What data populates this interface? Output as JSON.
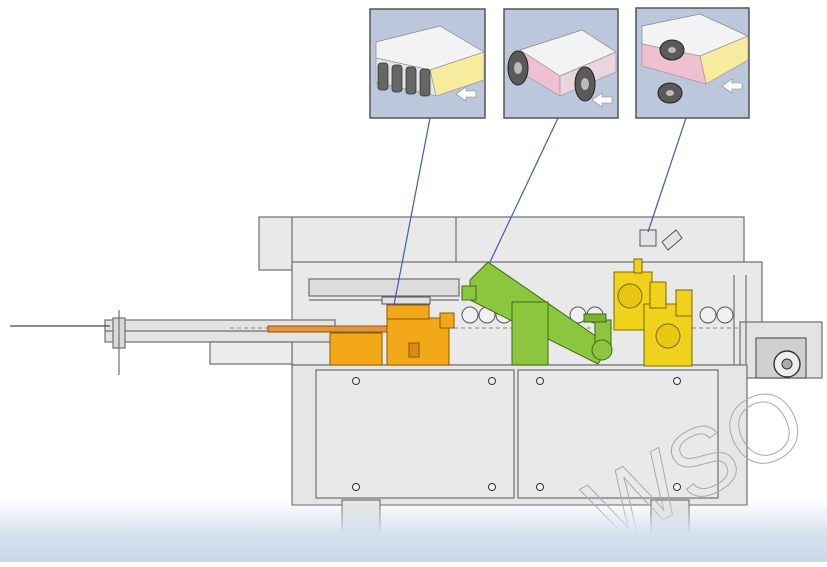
{
  "diagram": {
    "subject": "edge-banding-machine",
    "detail_panels": [
      {
        "name": "gluing-unit-detail"
      },
      {
        "name": "trimming-unit-detail"
      },
      {
        "name": "scraping-unit-detail"
      }
    ],
    "colors": {
      "background": "#ffffff",
      "machine_body": "#e9e9e9",
      "machine_outline": "#6f6f6f",
      "glue_unit": "#f2a818",
      "trim_unit": "#8cc63e",
      "scrape_unit": "#f0d21c",
      "panel_bg": "#bcc7dc",
      "board_top": "#f3f3f5",
      "board_edge_yellow": "#f7ec9e",
      "board_edge_pink": "#efc0d2",
      "leader_line": "#3a5fb8",
      "footer_band": "#c9d8e8"
    }
  }
}
